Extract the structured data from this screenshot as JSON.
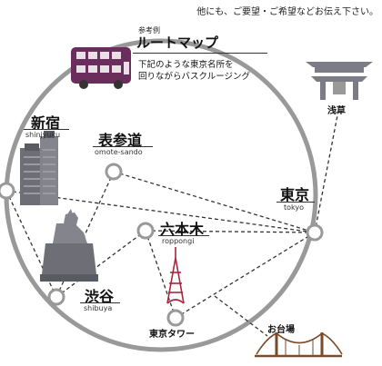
{
  "header_note": "他にも、ご要望・ご希望などお伝え下さい。",
  "route": {
    "tag": "参考例",
    "title": "ルートマップ",
    "description_line1": "下記のような東京名所を",
    "description_line2": "回りながらバスクルージング"
  },
  "places": {
    "shinjuku": {
      "jp": "新宿",
      "en": "shinjyuku"
    },
    "omotesando": {
      "jp": "表参道",
      "en": "omote-sando"
    },
    "tokyo": {
      "jp": "東京",
      "en": "tokyo"
    },
    "roppongi": {
      "jp": "六本木",
      "en": "roppongi"
    },
    "shibuya": {
      "jp": "渋谷",
      "en": "shibuya"
    },
    "tokyo_tower": {
      "jp": "東京タワー"
    },
    "asakusa": {
      "jp": "浅草"
    },
    "odaiba": {
      "jp": "お台場"
    }
  },
  "colors": {
    "loop": "#999999",
    "bus": "#6b2d5c",
    "landmark": "#6e6e76",
    "tower": "#a8273f",
    "bridge": "#7a4a2a",
    "gate": "#7c7c86",
    "route_line": "#333333"
  },
  "icons": {
    "bus": "double-decker-bus-icon",
    "gate": "asakusa-gate-icon",
    "bridge": "rainbow-bridge-icon",
    "tower": "tokyo-tower-icon",
    "skyscraper": "tokyo-metropolitan-government-icon",
    "statue": "hachiko-statue-icon"
  }
}
